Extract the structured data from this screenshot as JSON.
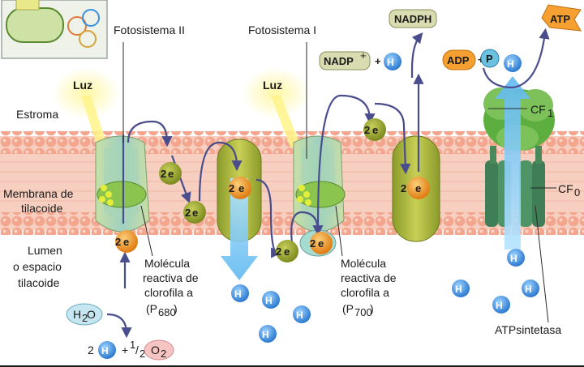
{
  "labels": {
    "ps2": "Fotosistema II",
    "ps1": "Fotosistema I",
    "nadph": "NADPH",
    "nadp": "NADP",
    "plus": "+",
    "atp": "ATP",
    "adp": "ADP",
    "p": "P",
    "h": "H",
    "luz": "Luz",
    "estroma": "Estroma",
    "membrana1": "Membrana de",
    "membrana2": "tilacoide",
    "lumen1": "Lumen",
    "lumen2": "o espacio",
    "lumen3": "tilacoide",
    "cf1": "CF",
    "cf1_sub": "1",
    "cf0": "CF",
    "cf0_sub": "0",
    "atpsintetasa": "ATPsintetasa",
    "molecula1": "Molécula",
    "molecula2": "reactiva de",
    "molecula3": "clorofila a",
    "p680": "(P",
    "p680_sub": "680",
    "p700_sub": "700",
    "close": ")",
    "two": "2",
    "e": "e",
    "h2o_h": "H",
    "h2o_2": "2",
    "h2o_o": "O",
    "o2_half": "+",
    "o2_1": "1",
    "o2_slash": "/",
    "o2_2": "2",
    "o2_o": "O",
    "o2_sub": "2"
  },
  "colors": {
    "membrane": "#f3b8a0",
    "membrane_head": "#f0a48c",
    "ps_green": "#7fba4a",
    "cytochrome": "#a8b43c",
    "electron": "#f08a1e",
    "proton": "#3a8fe0",
    "arrow": "#4a4d8c",
    "light": "#fff26a"
  }
}
